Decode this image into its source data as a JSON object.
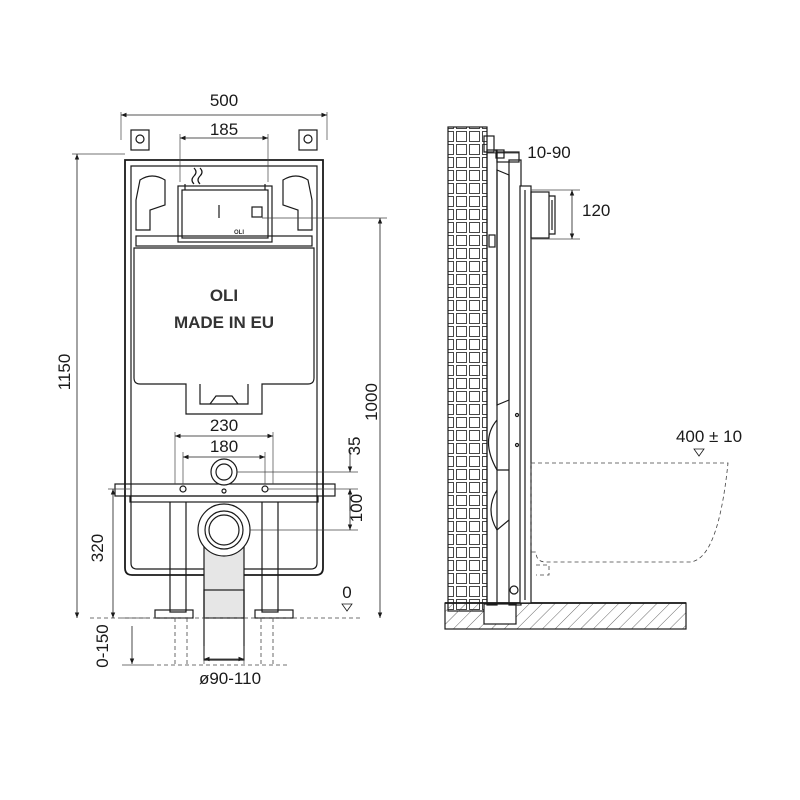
{
  "front_view": {
    "width_label": "500",
    "inner_width_label": "185",
    "height_label": "1150",
    "flush_height_label": "1000",
    "outlet_width_label": "230",
    "inlet_width_label": "180",
    "inlet_offset_label": "35",
    "outlet_offset_label": "100",
    "outlet_height_label": "320",
    "level_label": "0",
    "leg_adjust_label": "0-150",
    "pipe_diameter_label": "ø90-110",
    "brand": "OLI",
    "made_in": "MADE IN EU",
    "plate_brand": "OLI"
  },
  "side_view": {
    "wall_range_label": "10-90",
    "inlet_depth_label": "120",
    "bowl_label": "400 ± 10"
  }
}
